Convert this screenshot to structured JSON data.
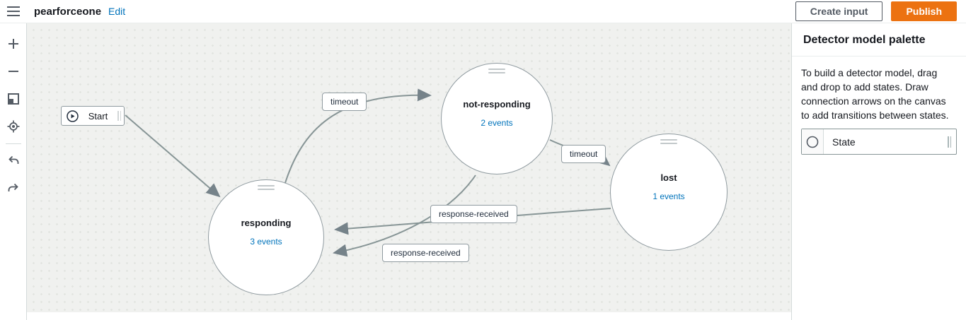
{
  "header": {
    "title": "pearforceone",
    "edit_label": "Edit",
    "create_input_label": "Create input",
    "publish_label": "Publish",
    "icons": [
      "hamburger-menu-icon"
    ]
  },
  "toolbar": {
    "icons": [
      "zoom-in-icon",
      "zoom-out-icon",
      "fit-view-icon",
      "center-view-icon",
      "undo-icon",
      "redo-icon"
    ]
  },
  "canvas": {
    "start": {
      "label": "Start",
      "icon": "play-icon"
    },
    "states": [
      {
        "name": "responding",
        "events": "3 events"
      },
      {
        "name": "not-responding",
        "events": "2 events"
      },
      {
        "name": "lost",
        "events": "1 events"
      }
    ],
    "transitions": [
      {
        "label": "timeout",
        "from": "responding",
        "to": "not-responding"
      },
      {
        "label": "timeout",
        "from": "not-responding",
        "to": "lost"
      },
      {
        "label": "response-received",
        "from": "lost",
        "to": "responding"
      },
      {
        "label": "response-received",
        "from": "not-responding",
        "to": "responding"
      }
    ]
  },
  "palette": {
    "title": "Detector model palette",
    "description": "To build a detector model, drag and drop to add states. Draw connection arrows on the canvas to add transitions between states.",
    "state_item_label": "State",
    "state_item_icon": "circle-state-icon"
  },
  "colors": {
    "accent_orange": "#ec7211",
    "link_blue": "#0073bb",
    "edge_gray": "#879596",
    "canvas_bg": "#f0f1ef"
  }
}
